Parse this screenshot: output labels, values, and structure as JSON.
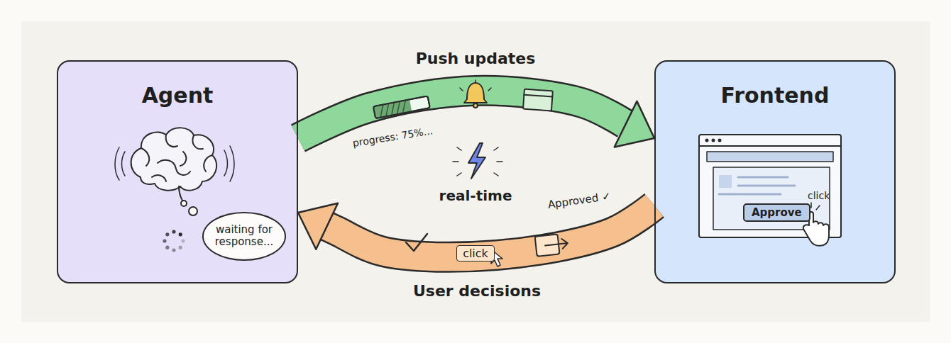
{
  "diagram": {
    "nodes": [
      {
        "text": [
          "Agent"
        ]
      },
      {
        "text": [
          "waiting for response..."
        ],
        "in": 0
      },
      {
        "text": [
          "Frontend"
        ]
      },
      {
        "text": [
          "Approve"
        ],
        "in": 2
      }
    ],
    "edges": [
      {
        "from": 0,
        "to": 2,
        "arrow": "to",
        "label": "Push updates"
      },
      {
        "from": 2,
        "to": 0,
        "arrow": "to",
        "label": "User decisions"
      }
    ],
    "labels": [
      "progress: 75%...",
      "real-time",
      "Approved ✓",
      "click",
      "click"
    ]
  }
}
